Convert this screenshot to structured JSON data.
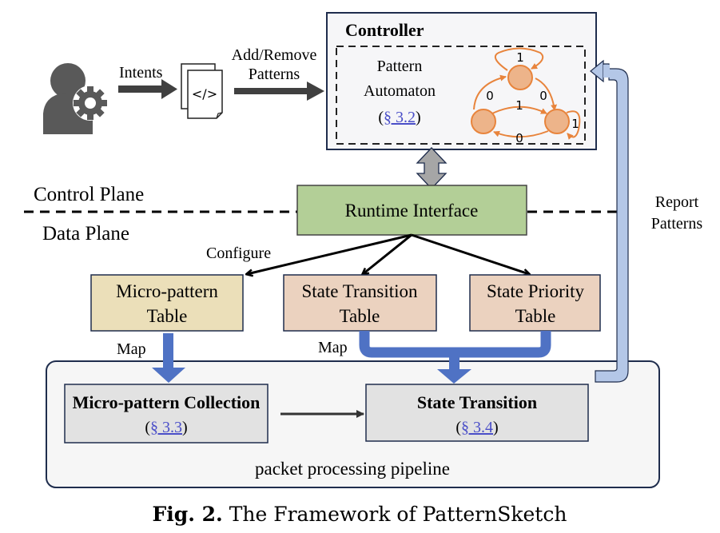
{
  "figure": {
    "caption_prefix": "Fig. 2.",
    "caption_text": " The Framework of PatternSketch"
  },
  "user": {
    "icon": "user-gear-icon",
    "intents_label": "Intents",
    "document_icon": "code-document-icon",
    "document_glyph": "</>",
    "add_remove_label_line1": "Add/Remove",
    "add_remove_label_line2": "Patterns"
  },
  "controller": {
    "title": "Controller",
    "automaton_label_line1": "Pattern",
    "automaton_label_line2": "Automaton",
    "ref_open": "(",
    "ref_link": "§ 3.2",
    "ref_close": ")",
    "automaton": {
      "states": 3,
      "transitions": [
        {
          "from": "top",
          "to": "top",
          "label": "1"
        },
        {
          "from": "top",
          "to": "right",
          "label": "0"
        },
        {
          "from": "left",
          "to": "top",
          "label": "0"
        },
        {
          "from": "left",
          "to": "right",
          "label": "1"
        },
        {
          "from": "right",
          "to": "left",
          "label": "0"
        },
        {
          "from": "right",
          "to": "right",
          "label": "1"
        }
      ],
      "color": "#e8843c",
      "fill": "#edb48a"
    }
  },
  "planes": {
    "control": "Control Plane",
    "data": "Data Plane"
  },
  "runtime": {
    "label": "Runtime Interface",
    "color": "#b3cf97",
    "configure_label": "Configure"
  },
  "report": {
    "line1": "Report",
    "line2": "Patterns",
    "color": "#b4c7e7"
  },
  "tables": [
    {
      "line1": "Micro-pattern",
      "line2": "Table",
      "color": "#ebdfb9"
    },
    {
      "line1": "State Transition",
      "line2": "Table",
      "color": "#ebd2bf"
    },
    {
      "line1": "State Priority",
      "line2": "Table",
      "color": "#ebd2bf"
    }
  ],
  "map_label": "Map",
  "pipeline": {
    "label": "packet processing pipeline",
    "stages": [
      {
        "title": "Micro-pattern Collection",
        "ref_open": "(",
        "ref_link": "§ 3.3",
        "ref_close": ")"
      },
      {
        "title": "State Transition",
        "ref_open": "(",
        "ref_link": "§ 3.4",
        "ref_close": ")"
      }
    ]
  },
  "colors": {
    "map_arrow": "#4f72c4",
    "box_border": "#1f2d4d",
    "stage_fill": "#e2e2e2",
    "pipeline_fill": "#f6f6f6",
    "link": "#4a4ec8"
  }
}
